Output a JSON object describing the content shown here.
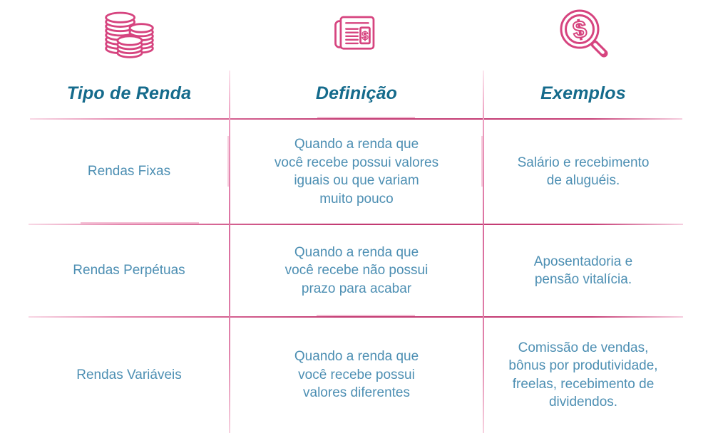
{
  "colors": {
    "icon_pink": "#d6447f",
    "line_dark_pink": "#c23a72",
    "line_light_pink": "#f6cedf",
    "header_teal": "#156b8c",
    "body_blue": "#4d8fb3"
  },
  "icons": {
    "dollar_sign": "$"
  },
  "table": {
    "columns": [
      {
        "header": "Tipo de Renda",
        "icon": "coins-icon"
      },
      {
        "header": "Definição",
        "icon": "newspaper-dollar-icon"
      },
      {
        "header": "Exemplos",
        "icon": "magnifier-dollar-icon"
      }
    ],
    "rows": [
      {
        "tipo": "Rendas Fixas",
        "definicao": "Quando a renda que\nvocê recebe possui valores\niguais ou que variam\nmuito pouco",
        "exemplos": "Salário e recebimento\nde aluguéis."
      },
      {
        "tipo": "Rendas Perpétuas",
        "definicao": "Quando a renda que\nvocê recebe não possui\nprazo para acabar",
        "exemplos": "Aposentadoria e\npensão vitalícia."
      },
      {
        "tipo": "Rendas Variáveis",
        "definicao": "Quando a renda que\nvocê recebe possui\nvalores diferentes",
        "exemplos": "Comissão de vendas,\nbônus por produtividade,\nfreelas, recebimento de\ndividendos."
      }
    ]
  }
}
